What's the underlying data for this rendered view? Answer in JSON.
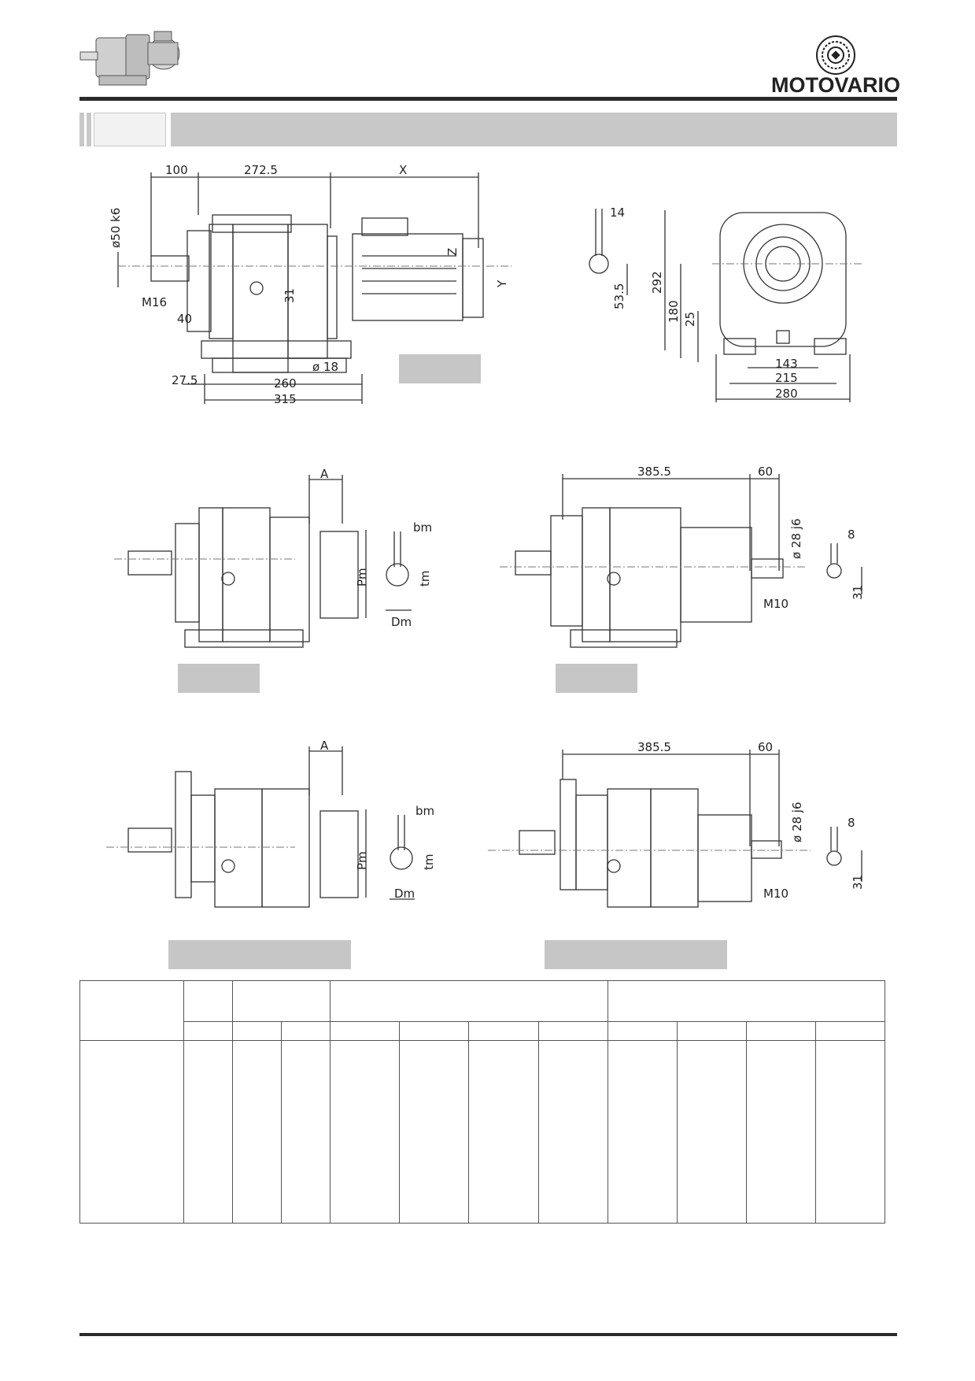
{
  "brand": {
    "logo_text": "MOTOVARIO"
  },
  "drawing_main": {
    "dims": {
      "d100": "100",
      "d272_5": "272.5",
      "dX": "X",
      "d50k6": "ø50 k6",
      "dM16": "M16",
      "d40": "40",
      "d31": "31",
      "dZ": "Z",
      "dY": "Y",
      "d18": "ø 18",
      "d27_5": "27.5",
      "d260": "260",
      "d315": "315"
    }
  },
  "drawing_side": {
    "dims": {
      "d14": "14",
      "d53_5": "53.5",
      "d292": "292",
      "d180": "180",
      "d25": "25",
      "d143": "143",
      "d215": "215",
      "d280": "280"
    }
  },
  "drawing_mid_left": {
    "dims": {
      "dA": "A",
      "dbm": "bm",
      "dPm": "Pm",
      "dtm": "tm",
      "dDm": "Dm"
    }
  },
  "drawing_mid_right": {
    "dims": {
      "d385_5": "385.5",
      "d60": "60",
      "d28j6": "ø 28 j6",
      "d8": "8",
      "dM10": "M10",
      "d31": "31"
    }
  },
  "drawing_bot_left": {
    "dims": {
      "dA": "A",
      "dbm": "bm",
      "dPm": "Pm",
      "dtm": "tm",
      "dDm": "Dm"
    }
  },
  "drawing_bot_right": {
    "dims": {
      "d385_5": "385.5",
      "d60": "60",
      "d28j6": "ø 28 j6",
      "d8": "8",
      "dM10": "M10",
      "d31": "31"
    }
  }
}
